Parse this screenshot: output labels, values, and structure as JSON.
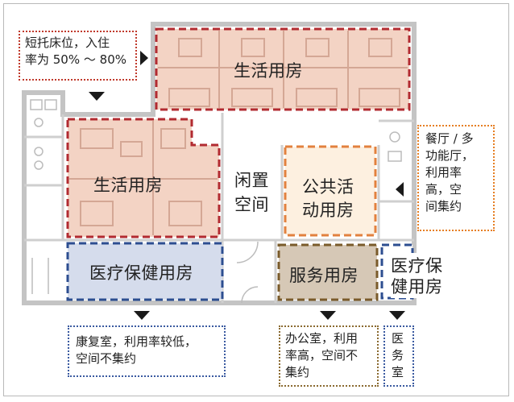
{
  "colors": {
    "red_border": "#b22b31",
    "orange_border": "#e2813e",
    "blue_border": "#2d4e90",
    "brown_border": "#7a5b2b",
    "living_fill": "#f3d3c4",
    "public_fill": "#fdf0e0",
    "medical_fill": "#d5dcec",
    "service_fill": "#d6c8b6",
    "wall": "#c4c4c4",
    "note_red": "#c0392b",
    "note_orange": "#e67e22",
    "note_blue": "#3a5aa0",
    "note_brown": "#8a6a30"
  },
  "rooms": {
    "living_top": "生活用房",
    "living_left": "生活用房",
    "idle_space_line1": "闲置",
    "idle_space_line2": "空间",
    "public_activity_line1": "公共活",
    "public_activity_line2": "动用房",
    "medical_care": "医疗保健用房",
    "service": "服务用房",
    "medical_small_line1": "医疗保",
    "medical_small_line2": "健用房"
  },
  "notes": {
    "bed_rate": [
      "短托床位，入住",
      "率为 50% ～ 80%"
    ],
    "dining": [
      "餐厅 / 多",
      "功能厅，",
      "利用率",
      "高，空",
      "间集约"
    ],
    "rehab": [
      "康复室，利用率较低，",
      "空间不集约"
    ],
    "office": [
      "办公室，利用",
      "率高，空间不",
      "集约"
    ],
    "clinic": [
      "医",
      "务",
      "室"
    ]
  }
}
